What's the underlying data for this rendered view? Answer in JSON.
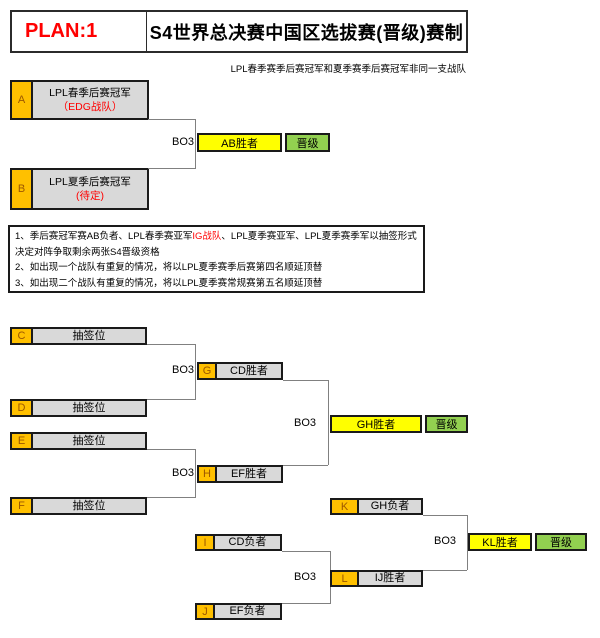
{
  "header": {
    "plan": "PLAN:1",
    "title": "S4世界总决赛中国区选拔赛(晋级)赛制"
  },
  "subtitle": "LPL春季赛季后赛冠军和夏季赛季后赛冠军非同一支战队",
  "rules": {
    "line1_prefix": "1、季后赛冠军赛AB负者、LPL春季赛亚军",
    "line1_highlight": "IG战队",
    "line1_suffix": "、LPL夏季赛亚军、LPL夏季赛季军以抽签形式决定对阵争取剩余两张S4晋级资格",
    "line2": "2、如出现一个战队有重复的情况，将以LPL夏季赛季后赛第四名顺延顶替",
    "line3": "3、如出现二个战队有重复的情况，将以LPL夏季赛常规赛第五名顺延顶替"
  },
  "labels": {
    "bo3": "BO3",
    "advance": "晋级"
  },
  "slots": {
    "A": {
      "letter": "A",
      "line1": "LPL春季后赛冠军",
      "line2": "（EDG战队）"
    },
    "B": {
      "letter": "B",
      "line1": "LPL夏季后赛冠军",
      "line2": "(待定)"
    },
    "C": {
      "letter": "C",
      "label": "抽签位"
    },
    "D": {
      "letter": "D",
      "label": "抽签位"
    },
    "E": {
      "letter": "E",
      "label": "抽签位"
    },
    "F": {
      "letter": "F",
      "label": "抽签位"
    },
    "G": {
      "letter": "G",
      "label": "CD胜者"
    },
    "H": {
      "letter": "H",
      "label": "EF胜者"
    },
    "I": {
      "letter": "I",
      "label": "CD负者"
    },
    "J": {
      "letter": "J",
      "label": "EF负者"
    },
    "K": {
      "letter": "K",
      "label": "GH负者"
    },
    "L": {
      "letter": "L",
      "label": "IJ胜者"
    }
  },
  "results": {
    "AB": "AB胜者",
    "GH": "GH胜者",
    "KL": "KL胜者"
  },
  "colors": {
    "accent_orange": "#FFC000",
    "winner_yellow": "#FFFF00",
    "advance_green": "#92D050",
    "slot_gray": "#D9D9D9",
    "highlight_red": "#FF0000",
    "connector_gray": "#808080"
  }
}
